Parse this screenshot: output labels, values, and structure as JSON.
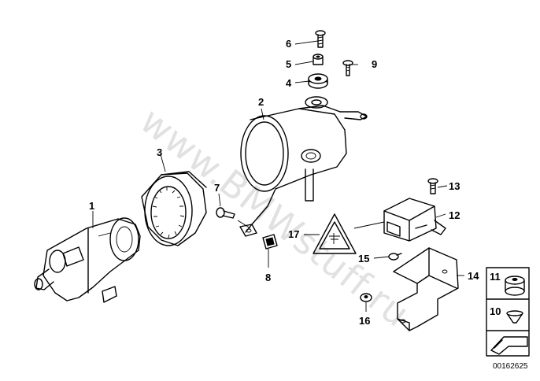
{
  "watermark": "www.BMWstuff.ru",
  "reference_number": "00162625",
  "callouts": [
    {
      "id": "c1",
      "label": "1"
    },
    {
      "id": "c2",
      "label": "2"
    },
    {
      "id": "c3",
      "label": "3"
    },
    {
      "id": "c4",
      "label": "4"
    },
    {
      "id": "c5",
      "label": "5"
    },
    {
      "id": "c6",
      "label": "6"
    },
    {
      "id": "c7",
      "label": "7"
    },
    {
      "id": "c8",
      "label": "8"
    },
    {
      "id": "c9",
      "label": "9"
    },
    {
      "id": "c10",
      "label": "10"
    },
    {
      "id": "c11",
      "label": "11"
    },
    {
      "id": "c12",
      "label": "12"
    },
    {
      "id": "c13",
      "label": "13"
    },
    {
      "id": "c14",
      "label": "14"
    },
    {
      "id": "c15",
      "label": "15"
    },
    {
      "id": "c16",
      "label": "16"
    },
    {
      "id": "c17",
      "label": "17"
    }
  ]
}
